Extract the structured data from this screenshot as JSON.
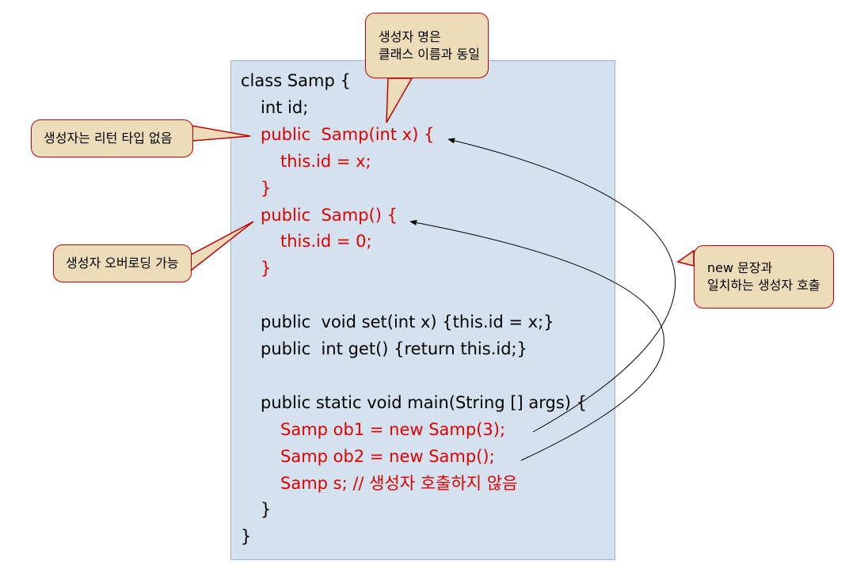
{
  "code": [
    {
      "text": "class Samp {",
      "indent": 0,
      "red": false
    },
    {
      "text": "int id;",
      "indent": 1,
      "red": false
    },
    {
      "text": "public  Samp(int x) {",
      "indent": 1,
      "red": true
    },
    {
      "text": "this.id = x;",
      "indent": 2,
      "red": true
    },
    {
      "text": "}",
      "indent": 1,
      "red": true
    },
    {
      "text": "public  Samp() {",
      "indent": 1,
      "red": true
    },
    {
      "text": "this.id = 0;",
      "indent": 2,
      "red": true
    },
    {
      "text": "}",
      "indent": 1,
      "red": true
    },
    {
      "text": "",
      "indent": 0,
      "red": false
    },
    {
      "text": "public  void set(int x) {this.id = x;}",
      "indent": 1,
      "red": false
    },
    {
      "text": "public  int get() {return this.id;}",
      "indent": 1,
      "red": false
    },
    {
      "text": "",
      "indent": 0,
      "red": false
    },
    {
      "text": "public static void main(String [] args) {",
      "indent": 1,
      "red": false
    },
    {
      "text": "Samp ob1 = new Samp(3);",
      "indent": 2,
      "red": true
    },
    {
      "text": "Samp ob2 = new Samp();",
      "indent": 2,
      "red": true
    },
    {
      "text": "Samp s; // 생성자 호출하지 않음",
      "indent": 2,
      "red": true
    },
    {
      "text": "}",
      "indent": 1,
      "red": false
    },
    {
      "text": "}",
      "indent": 0,
      "red": false
    }
  ],
  "callouts": {
    "name": "생성자 명은\n클래스 이름과 동일",
    "no_return": "생성자는 리턴 타입 없음",
    "overloading": "생성자 오버로딩 가능",
    "new_call": "new 문장과\n일치하는 생성자 호출"
  },
  "colors": {
    "box_fill": "#d4e1ee",
    "callout_fill": "#eddcba",
    "callout_border": "#c00000",
    "code_red": "#e00000"
  }
}
